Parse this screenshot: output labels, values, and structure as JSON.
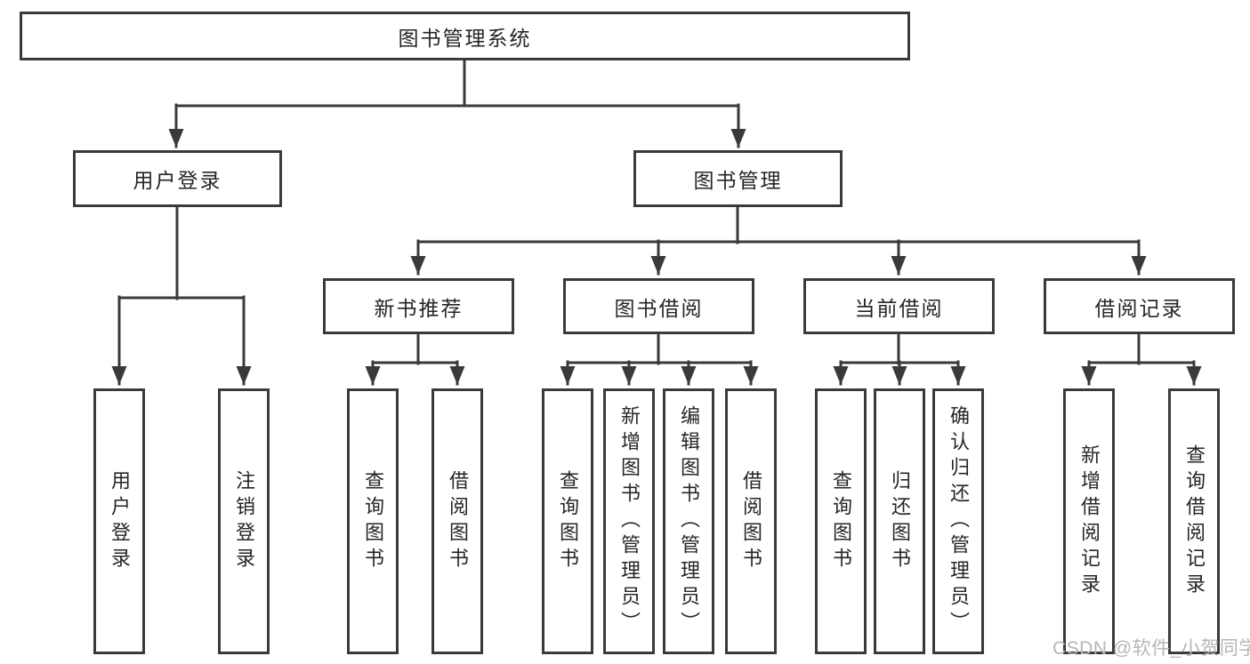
{
  "diagram": {
    "root": {
      "label": "图书管理系统"
    },
    "branches": [
      {
        "label": "用户登录",
        "leaves": [
          "用户登录",
          "注销登录"
        ]
      },
      {
        "label": "图书管理",
        "sections": [
          {
            "label": "新书推荐",
            "leaves": [
              "查询图书",
              "借阅图书"
            ]
          },
          {
            "label": "图书借阅",
            "leaves": [
              "查询图书",
              "新增图书（管理员）",
              "编辑图书（管理员）",
              "借阅图书"
            ]
          },
          {
            "label": "当前借阅",
            "leaves": [
              "查询图书",
              "归还图书",
              "确认归还（管理员）"
            ]
          },
          {
            "label": "借阅记录",
            "leaves": [
              "新增借阅记录",
              "查询借阅记录"
            ]
          }
        ]
      }
    ]
  },
  "watermark": {
    "text": "CSDN @软件_小贺同学"
  },
  "colors": {
    "line": "#3a3a3a",
    "text": "#262626",
    "watermark": "#b6b6b6",
    "background": "#ffffff"
  }
}
